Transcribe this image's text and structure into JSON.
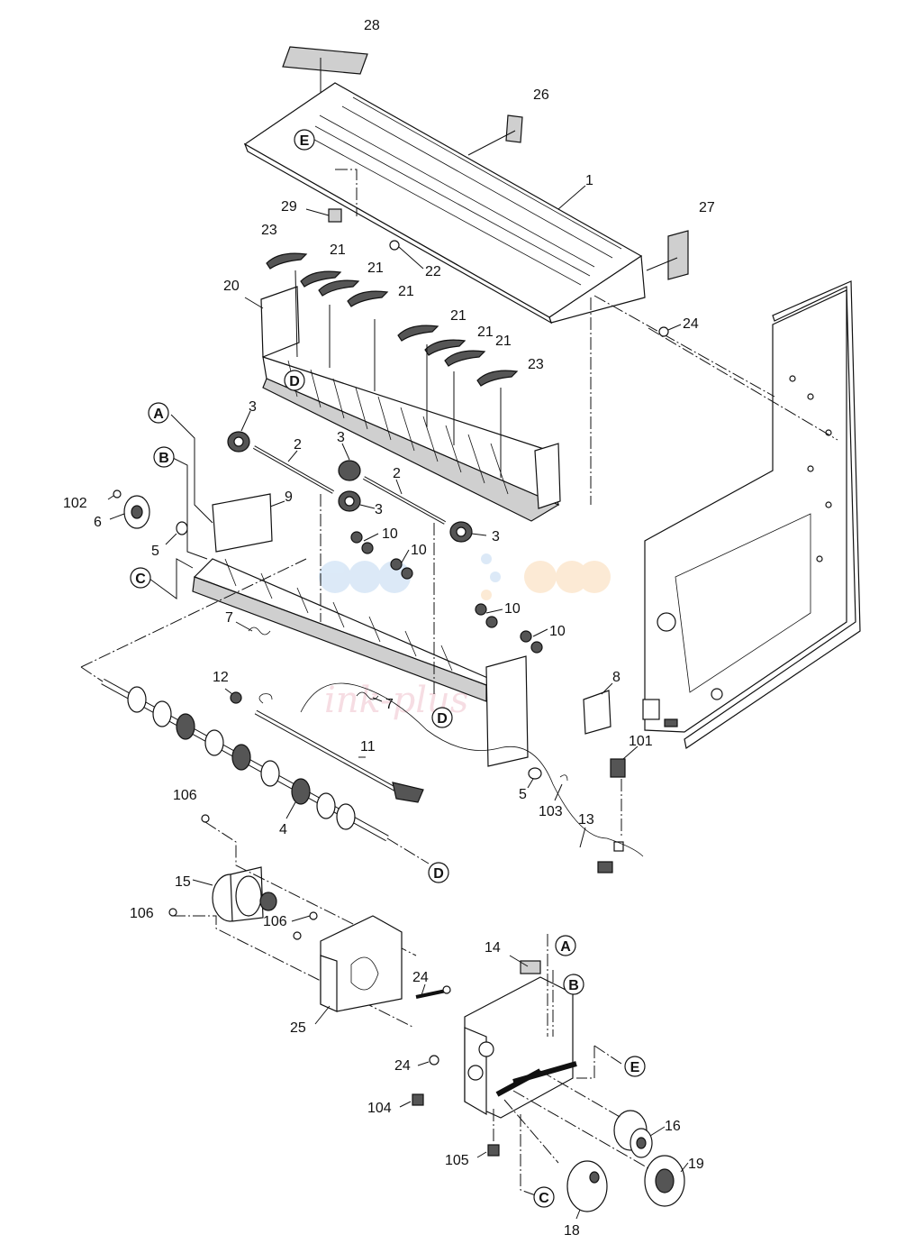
{
  "callouts": [
    {
      "id": "c28",
      "text": "28"
    },
    {
      "id": "c26",
      "text": "26"
    },
    {
      "id": "c1",
      "text": "1"
    },
    {
      "id": "c27",
      "text": "27"
    },
    {
      "id": "c29",
      "text": "29"
    },
    {
      "id": "c22",
      "text": "22"
    },
    {
      "id": "c23a",
      "text": "23"
    },
    {
      "id": "c21a",
      "text": "21"
    },
    {
      "id": "c21b",
      "text": "21"
    },
    {
      "id": "c21c",
      "text": "21"
    },
    {
      "id": "c20",
      "text": "20"
    },
    {
      "id": "c21d",
      "text": "21"
    },
    {
      "id": "c21e",
      "text": "21"
    },
    {
      "id": "c21f",
      "text": "21"
    },
    {
      "id": "c23b",
      "text": "23"
    },
    {
      "id": "c24a",
      "text": "24"
    },
    {
      "id": "c3a",
      "text": "3"
    },
    {
      "id": "c2a",
      "text": "2"
    },
    {
      "id": "c3b",
      "text": "3"
    },
    {
      "id": "c2b",
      "text": "2"
    },
    {
      "id": "c9",
      "text": "9"
    },
    {
      "id": "c3c",
      "text": "3"
    },
    {
      "id": "c3d",
      "text": "3"
    },
    {
      "id": "c102",
      "text": "102"
    },
    {
      "id": "c6",
      "text": "6"
    },
    {
      "id": "c5a",
      "text": "5"
    },
    {
      "id": "c10a",
      "text": "10"
    },
    {
      "id": "c10b",
      "text": "10"
    },
    {
      "id": "c10c",
      "text": "10"
    },
    {
      "id": "c10d",
      "text": "10"
    },
    {
      "id": "c7a",
      "text": "7"
    },
    {
      "id": "c12",
      "text": "12"
    },
    {
      "id": "c7b",
      "text": "7"
    },
    {
      "id": "c8",
      "text": "8"
    },
    {
      "id": "c101",
      "text": "101"
    },
    {
      "id": "c11",
      "text": "11"
    },
    {
      "id": "c5b",
      "text": "5"
    },
    {
      "id": "c103",
      "text": "103"
    },
    {
      "id": "c13",
      "text": "13"
    },
    {
      "id": "c106a",
      "text": "106"
    },
    {
      "id": "c4",
      "text": "4"
    },
    {
      "id": "c15",
      "text": "15"
    },
    {
      "id": "c106b",
      "text": "106"
    },
    {
      "id": "c106c",
      "text": "106"
    },
    {
      "id": "c14",
      "text": "14"
    },
    {
      "id": "c24b",
      "text": "24"
    },
    {
      "id": "c25",
      "text": "25"
    },
    {
      "id": "c24c",
      "text": "24"
    },
    {
      "id": "c104",
      "text": "104"
    },
    {
      "id": "c16",
      "text": "16"
    },
    {
      "id": "c105",
      "text": "105"
    },
    {
      "id": "c19",
      "text": "19"
    },
    {
      "id": "c18",
      "text": "18"
    }
  ],
  "reference_markers": [
    {
      "id": "mE1",
      "text": "E"
    },
    {
      "id": "mD1",
      "text": "D"
    },
    {
      "id": "mA1",
      "text": "A"
    },
    {
      "id": "mB1",
      "text": "B"
    },
    {
      "id": "mC1",
      "text": "C"
    },
    {
      "id": "mD2",
      "text": "D"
    },
    {
      "id": "mD3",
      "text": "D"
    },
    {
      "id": "mA2",
      "text": "A"
    },
    {
      "id": "mB2",
      "text": "B"
    },
    {
      "id": "mE2",
      "text": "E"
    },
    {
      "id": "mC2",
      "text": "C"
    }
  ]
}
